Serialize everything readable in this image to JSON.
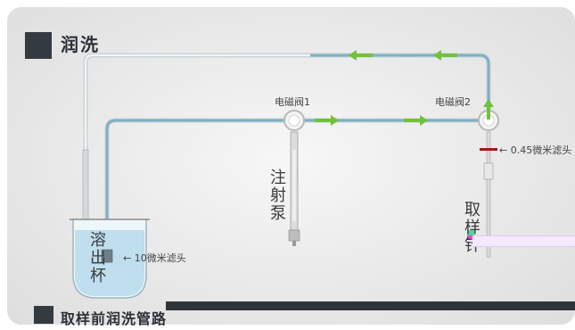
{
  "title": "润洗",
  "footer": "取样前润洗管路",
  "labels": {
    "valve1": "电磁阀1",
    "valve2": "电磁阀2",
    "filter_045": "← 0.45微米滤头",
    "filter_10": "← 10微米滤头",
    "syringe_pump": "注射泵",
    "sampling_needle": "取样针",
    "dissolution_cup": "溶出杯"
  },
  "colors": {
    "tube": "#7fb1c4",
    "arrow": "#6fc23a",
    "liquid": "#b9dcec",
    "title_block": "#333a40"
  }
}
